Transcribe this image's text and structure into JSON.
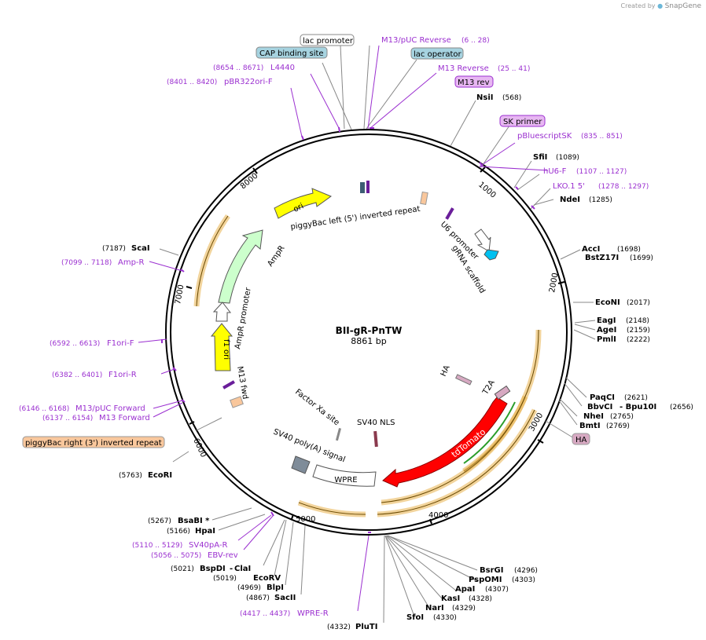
{
  "credit": {
    "prefix": "Created by",
    "brand": "SnapGene"
  },
  "title": {
    "name": "BII-gR-PnTW",
    "size": "8861 bp"
  },
  "ticks": [
    "1000",
    "2000",
    "3000",
    "4000",
    "5000",
    "6000",
    "7000",
    "8000"
  ],
  "sites": [
    {
      "name": "NsiI",
      "pos": "(568)",
      "color": "#000000"
    },
    {
      "name": "SfiI",
      "pos": "(1089)",
      "color": "#000000"
    },
    {
      "name": "NdeI",
      "pos": "(1285)",
      "color": "#000000"
    },
    {
      "name": "AccI",
      "pos": "(1698)",
      "color": "#000000"
    },
    {
      "name": "BstZ17I",
      "pos": "(1699)",
      "color": "#000000"
    },
    {
      "name": "EcoNI",
      "pos": "(2017)",
      "color": "#000000"
    },
    {
      "name": "EagI",
      "pos": "(2148)",
      "color": "#000000"
    },
    {
      "name": "AgeI",
      "pos": "(2159)",
      "color": "#000000"
    },
    {
      "name": "PmlI",
      "pos": "(2222)",
      "color": "#000000"
    },
    {
      "name": "PaqCI",
      "pos": "(2621)",
      "color": "#000000"
    },
    {
      "name": "BbvCI",
      "pos": "",
      "color": "#000000"
    },
    {
      "name": "- Bpu10I",
      "pos": "(2656)",
      "color": "#000000"
    },
    {
      "name": "NheI",
      "pos": "(2765)",
      "color": "#000000"
    },
    {
      "name": "BmtI",
      "pos": "(2769)",
      "color": "#000000"
    },
    {
      "name": "BsrGI",
      "pos": "(4296)",
      "color": "#000000"
    },
    {
      "name": "PspOMI",
      "pos": "(4303)",
      "color": "#000000"
    },
    {
      "name": "ApaI",
      "pos": "(4307)",
      "color": "#000000"
    },
    {
      "name": "KasI",
      "pos": "(4328)",
      "color": "#000000"
    },
    {
      "name": "NarI",
      "pos": "(4329)",
      "color": "#000000"
    },
    {
      "name": "SfoI",
      "pos": "(4330)",
      "color": "#000000"
    },
    {
      "name": "PluTI",
      "pos": "(4332)",
      "color": "#000000"
    },
    {
      "name": "WPRE-R",
      "pos": "(4417 .. 4437)",
      "color": "#9b30d0"
    },
    {
      "name": "SacII",
      "pos": "(4867)",
      "color": "#000000"
    },
    {
      "name": "BlpI",
      "pos": "(4969)",
      "color": "#000000"
    },
    {
      "name": "EcoRV",
      "pos": "(5019)",
      "color": "#000000"
    },
    {
      "name": "ClaI",
      "pos": "",
      "color": "#000000"
    },
    {
      "name": "BspDI",
      "pos": "(5021)",
      "color": "#000000"
    },
    {
      "name": "EBV-rev",
      "pos": "(5056 .. 5075)",
      "color": "#9b30d0"
    },
    {
      "name": "SV40pA-R",
      "pos": "(5110 .. 5129)",
      "color": "#9b30d0"
    },
    {
      "name": "HpaI",
      "pos": "(5166)",
      "color": "#000000"
    },
    {
      "name": "BsaBI *",
      "pos": "(5267)",
      "color": "#000000"
    },
    {
      "name": "EcoRI",
      "pos": "(5763)",
      "color": "#000000"
    },
    {
      "name": "M13 Forward",
      "pos": "(6137 .. 6154)",
      "color": "#9b30d0"
    },
    {
      "name": "M13/pUC Forward",
      "pos": "(6146 .. 6168)",
      "color": "#9b30d0"
    },
    {
      "name": "F1ori-R",
      "pos": "(6382 .. 6401)",
      "color": "#9b30d0"
    },
    {
      "name": "F1ori-F",
      "pos": "(6592 .. 6613)",
      "color": "#9b30d0"
    },
    {
      "name": "Amp-R",
      "pos": "(7099 .. 7118)",
      "color": "#9b30d0"
    },
    {
      "name": "ScaI",
      "pos": "(7187)",
      "color": "#000000"
    },
    {
      "name": "pBR322ori-F",
      "pos": "(8401 .. 8420)",
      "color": "#9b30d0"
    },
    {
      "name": "L4440",
      "pos": "(8654 .. 8671)",
      "color": "#9b30d0"
    },
    {
      "name": "M13/pUC Reverse",
      "pos": "(6 .. 28)",
      "color": "#9b30d0"
    },
    {
      "name": "M13 Reverse",
      "pos": "(25 .. 41)",
      "color": "#9b30d0"
    },
    {
      "name": "pBluescriptSK",
      "pos": "(835 .. 851)",
      "color": "#9b30d0"
    },
    {
      "name": "hU6-F",
      "pos": "(1107 .. 1127)",
      "color": "#9b30d0"
    },
    {
      "name": "LKO.1 5'",
      "pos": "(1278 .. 1297)",
      "color": "#9b30d0"
    }
  ],
  "boxed": [
    {
      "name": "lac promoter",
      "fill": "#ffffff",
      "stroke": "#888888",
      "text": "#000000"
    },
    {
      "name": "CAP binding site",
      "fill": "#a6d3e0",
      "stroke": "#888888",
      "text": "#000000"
    },
    {
      "name": "lac operator",
      "fill": "#a6d3e0",
      "stroke": "#888888",
      "text": "#000000"
    },
    {
      "name": "M13 rev",
      "fill": "#e7b7f2",
      "stroke": "#9b30d0",
      "text": "#000000"
    },
    {
      "name": "SK primer",
      "fill": "#e7b7f2",
      "stroke": "#9b30d0",
      "text": "#000000"
    },
    {
      "name": "HA",
      "fill": "#d7a9c2",
      "stroke": "#999999",
      "text": "#000000"
    },
    {
      "name": "piggyBac right (3') inverted repeat",
      "fill": "#f9c79c",
      "stroke": "#999999",
      "text": "#000000"
    }
  ],
  "features": {
    "ori": "ori",
    "ampr": "AmpR",
    "ampr_promoter": "AmpR promoter",
    "f1ori": "f1 ori",
    "m13fwd": "M13 fwd",
    "pbl": "piggyBac left (5') inverted repeat",
    "u6": "U6 promoter",
    "grna": "gRNA scaffold",
    "ha": "HA",
    "t2a": "T2A",
    "tdtomato": "tdTomato",
    "wpre": "WPRE",
    "sv40pa": "SV40 poly(A) signal",
    "sv40nls": "SV40 NLS",
    "factorxa": "Factor Xa site"
  },
  "colors": {
    "primer": "#9b30d0",
    "ori": "#ffff00",
    "ampr": "#ccffcc",
    "tdtomato": "#ff0000",
    "orf": "#e8b14a",
    "pbl": "#f9c79c",
    "ha": "#d7a9c2",
    "grna": "#00c0f0",
    "sv40pa": "#7f8c99"
  }
}
